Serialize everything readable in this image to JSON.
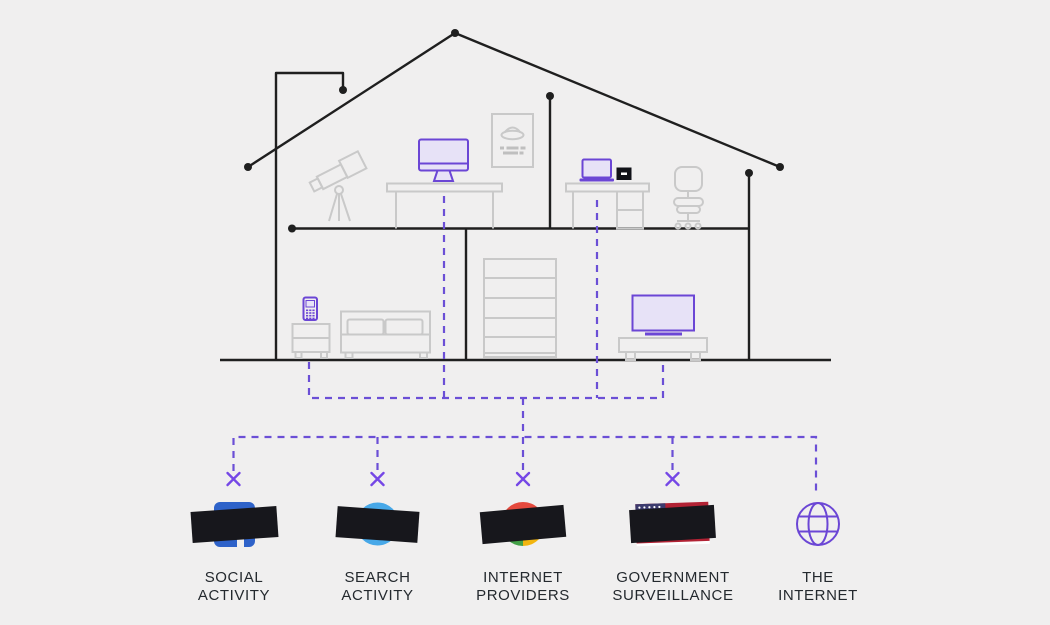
{
  "page": {
    "background": "#f0efef"
  },
  "colors": {
    "house_line": "#1f1f1f",
    "furniture_gray": "#c9c9c9",
    "accent_purple": "#6b46d5",
    "screen_fill": "#e7e2f7",
    "dash_purple": "#6b4fd6",
    "x_purple": "#7547e6",
    "censor_black": "#17171c",
    "label_text": "#24292e",
    "facebook_blue": "#2e62c9",
    "twitter_blue": "#47a8e8",
    "chrome_red": "#e5493d",
    "chrome_green": "#43a047",
    "chrome_yellow": "#f2b50f",
    "flag_blue": "#3c3b6e",
    "flag_red": "#b22234",
    "flag_white": "#ffffff"
  },
  "house_items": [
    "telescope",
    "desktop-computer",
    "ufo-poster",
    "desk",
    "laptop",
    "external-drive",
    "office-chair",
    "mobile-phone",
    "nightstand",
    "bed",
    "bookshelf",
    "television",
    "tv-stand"
  ],
  "bottom_row": [
    {
      "icon": "facebook-square",
      "censored": true,
      "x_mark": true,
      "label_line1": "SOCIAL",
      "label_line2": "ACTIVITY"
    },
    {
      "icon": "twitter-circle",
      "censored": true,
      "x_mark": true,
      "label_line1": "SEARCH",
      "label_line2": "ACTIVITY"
    },
    {
      "icon": "chrome-circle",
      "censored": true,
      "x_mark": true,
      "label_line1": "INTERNET",
      "label_line2": "PROVIDERS"
    },
    {
      "icon": "us-flag",
      "censored": true,
      "x_mark": true,
      "label_line1": "GOVERNMENT",
      "label_line2": "SURVEILLANCE"
    },
    {
      "icon": "globe",
      "censored": false,
      "x_mark": false,
      "label_line1": "THE",
      "label_line2": "INTERNET"
    }
  ]
}
